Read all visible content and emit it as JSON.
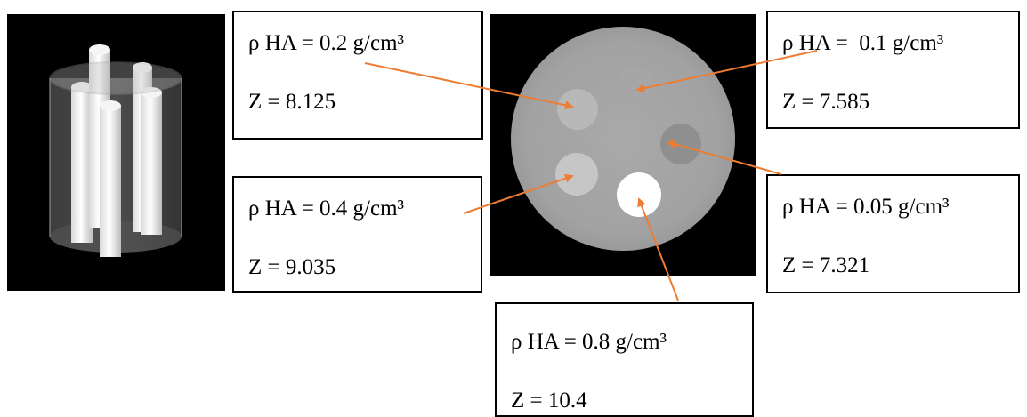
{
  "colors": {
    "arrow": "#ed7d31",
    "panel_background": "#000000"
  },
  "labels": {
    "a": {
      "density": "ρ HA = 0.2 g/cm³",
      "z": "Z = 8.125"
    },
    "b": {
      "density": "ρ HA =  0.1 g/cm³",
      "z": "Z = 7.585"
    },
    "c": {
      "density": "ρ HA = 0.4 g/cm³",
      "z": "Z = 9.035"
    },
    "d": {
      "density": "ρ HA = 0.05 g/cm³",
      "z": "Z = 7.321"
    },
    "e": {
      "density": "ρ HA = 0.8 g/cm³",
      "z": "Z = 10.4"
    }
  }
}
